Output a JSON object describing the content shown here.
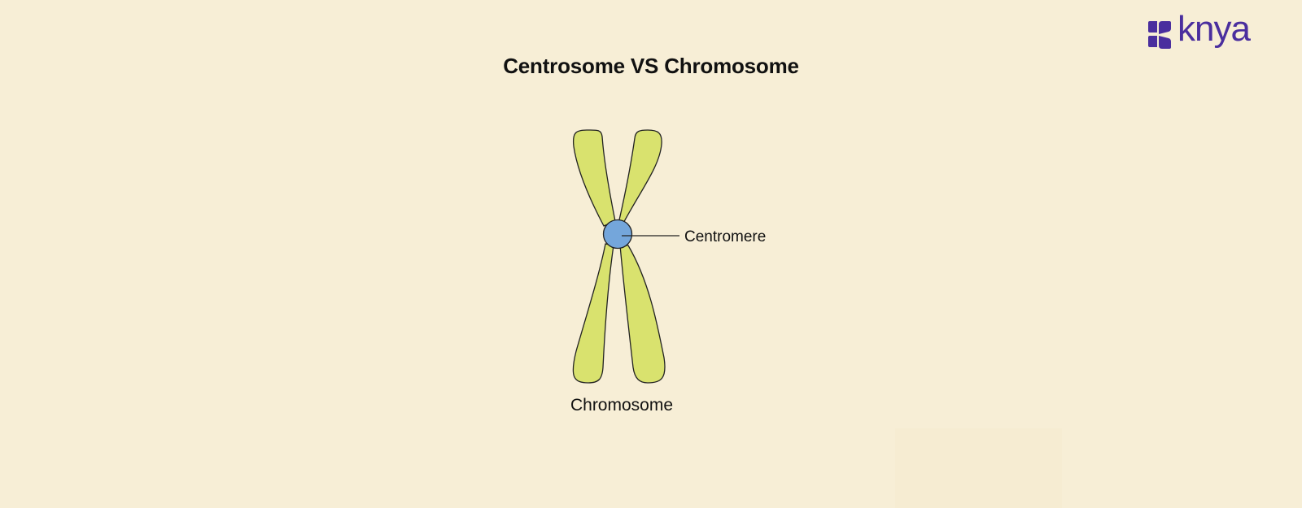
{
  "title": "Centrosome VS Chromosome",
  "logo": {
    "text": "knya",
    "color": "#4a2e9e"
  },
  "diagram": {
    "centromere_label": "Centromere",
    "chromosome_label": "Chromosome",
    "colors": {
      "background": "#f7eed6",
      "chromatid_fill": "#d9e26e",
      "centromere_fill": "#74a6db",
      "outline": "#222222"
    }
  }
}
